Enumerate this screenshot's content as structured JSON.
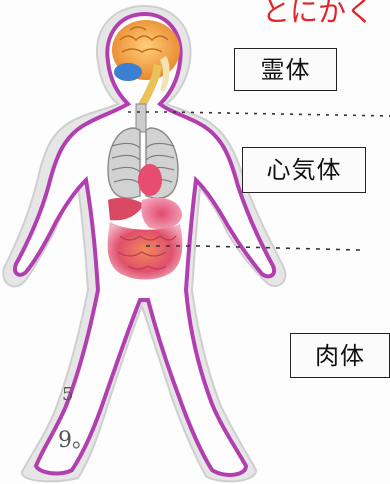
{
  "header": {
    "caption": "とにかく"
  },
  "labels": {
    "spirit": "霊体",
    "mind": "心気体",
    "flesh": "肉体"
  },
  "scribbles": {
    "mark_one": "5",
    "mark_two": "9。"
  },
  "colors": {
    "outline": "#b23fb0",
    "brain": "#f0a24a",
    "lungs": "#9c9c9c",
    "stomach": "#d6385c",
    "caption": "#e0252c"
  }
}
